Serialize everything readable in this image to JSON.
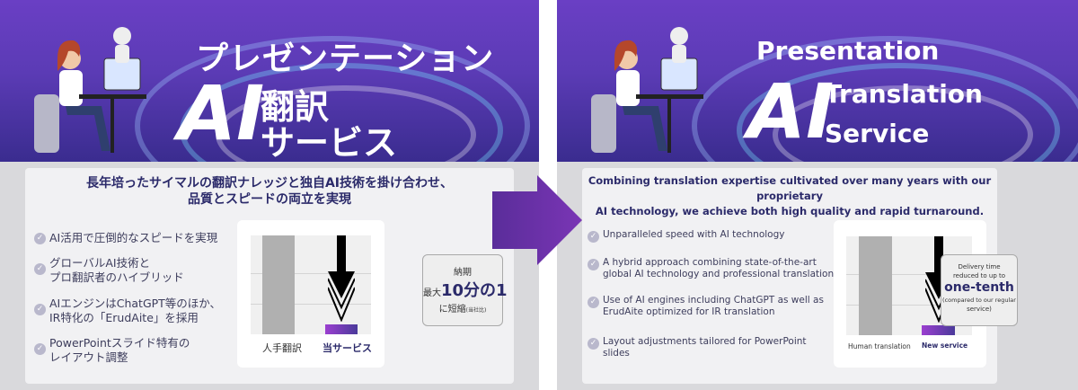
{
  "left_slide": {
    "title_line": "プレゼンテーション",
    "title_ai": "AI",
    "title_line2": "翻訳",
    "title_line3": "サービス",
    "heading": [
      "長年培ったサイマルの翻訳ナレッジと独自AI技術を掛け合わせ、",
      "品質とスピードの両立を実現"
    ],
    "bullets": [
      [
        "AI活用で圧倒的なスピードを実現"
      ],
      [
        "グローバルAI技術と",
        "プロ翻訳者のハイブリッド"
      ],
      [
        "AIエンジンはChatGPT等のほか、",
        "IR特化の「ErudAite」を採用"
      ],
      [
        "PowerPointスライド特有の",
        "レイアウト調整"
      ]
    ],
    "chart": {
      "categories": [
        "人手翻訳",
        "当サービス"
      ],
      "callout": {
        "line1": "納期",
        "prefix": "最大",
        "big": "10分の1",
        "suffix": "に短縮",
        "note": "(当社比)"
      }
    }
  },
  "right_slide": {
    "title_ai": "AI",
    "title_line1": "Presentation",
    "title_line2": "Translation",
    "title_line3": "Service",
    "heading": [
      "Combining translation expertise cultivated over many years with our proprietary",
      "AI technology, we achieve both high quality and rapid turnaround."
    ],
    "bullets": [
      [
        "Unparalleled speed with AI technology"
      ],
      [
        "A hybrid approach combining state-of-the-art",
        "global AI technology and professional translation"
      ],
      [
        "Use of AI engines including ChatGPT as well as",
        "ErudAite optimized for IR translation"
      ],
      [
        "Layout adjustments tailored for PowerPoint",
        "slides"
      ]
    ],
    "chart": {
      "categories": [
        "Human translation",
        "New service"
      ],
      "callout": {
        "line1": "Delivery time",
        "line2": "reduced to up to",
        "big": "one-tenth",
        "note1": "(compared to our regular",
        "note2": "service)"
      }
    }
  },
  "chart_values": {
    "human_translation": 10,
    "new_service": 1
  },
  "colors": {
    "accent": "#6a3fc4",
    "heading": "#2b2a6a",
    "arrow": "#7030a0"
  },
  "icons": [
    "check-circle-icon",
    "arrow-right-icon",
    "down-arrow-icon"
  ]
}
